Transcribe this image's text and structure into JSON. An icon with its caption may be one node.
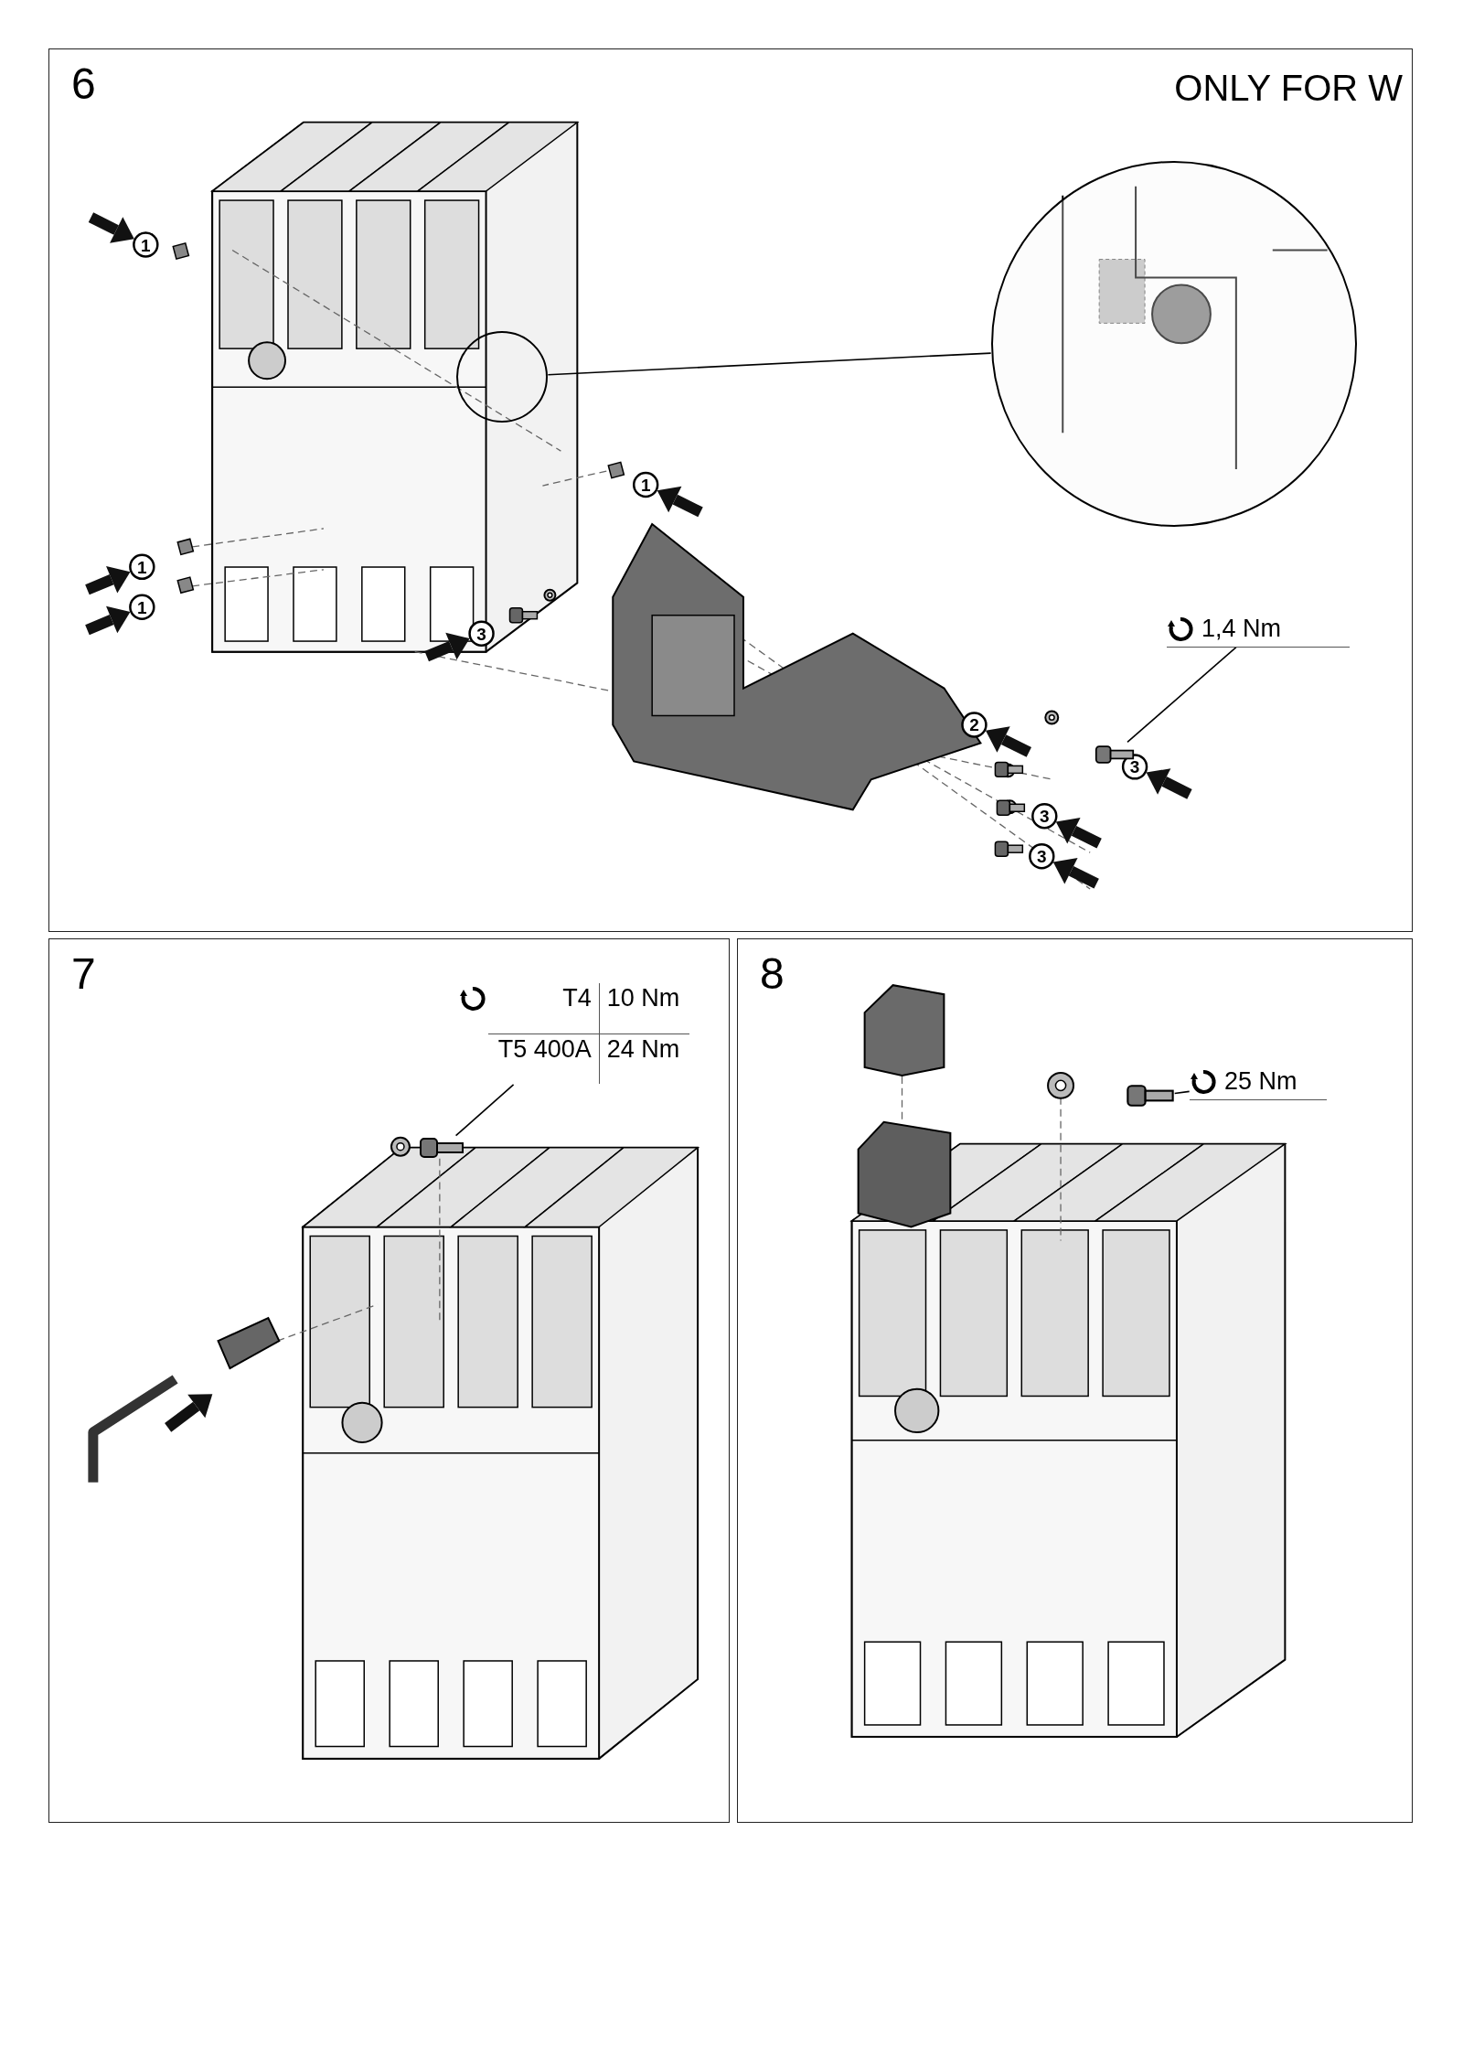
{
  "diagram": {
    "nodes": [
      {
        "text": [
          "6",
          "ONLY FOR W"
        ]
      },
      {
        "text": [
          "7"
        ]
      },
      {
        "text": [
          "8"
        ]
      },
      {
        "text": [],
        "shape": "circle",
        "in": 0
      },
      {
        "text": [],
        "shape": "circle",
        "in": 0
      },
      {
        "text": [
          "1,4 Nm"
        ],
        "in": 0
      },
      {
        "text": [],
        "shape": "picture",
        "in": 0
      },
      {
        "text": [
          "T4",
          "10 Nm",
          "T5 400A",
          "24 Nm"
        ],
        "in": 1
      },
      {
        "text": [],
        "shape": "picture",
        "in": 1
      },
      {
        "text": [
          "25 Nm"
        ],
        "in": 2
      },
      {
        "text": [],
        "shape": "picture",
        "in": 2
      }
    ],
    "edges": [
      {
        "from": 4,
        "to": 3,
        "arrow": "none"
      },
      {
        "from": 5,
        "to": 6,
        "arrow": "none"
      },
      {
        "from": 7,
        "to": 8,
        "arrow": "none"
      },
      {
        "from": 9,
        "to": 10,
        "arrow": "none"
      }
    ],
    "labels": [
      "1",
      "1",
      "1",
      "1",
      "3",
      "2",
      "3",
      "3",
      "3"
    ]
  }
}
